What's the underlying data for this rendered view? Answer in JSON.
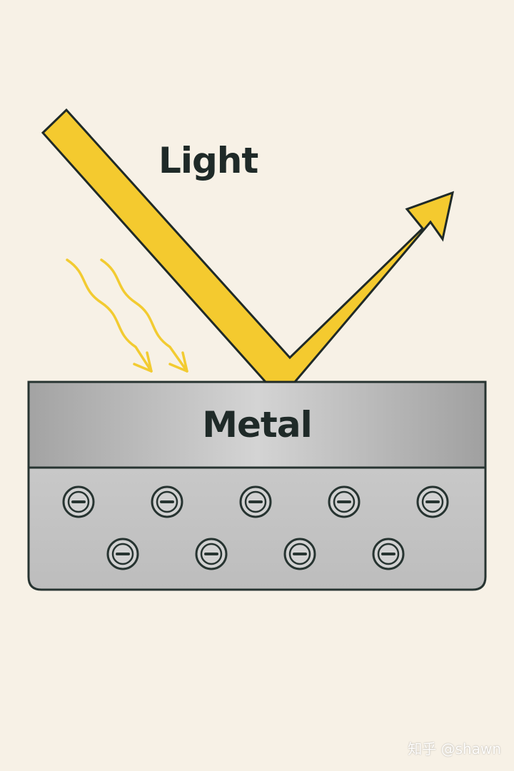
{
  "labels": {
    "light": "Light",
    "metal": "Metal"
  },
  "watermark": "知乎 @shawn",
  "colors": {
    "background": "#f7f1e6",
    "beam_fill": "#f4ca2f",
    "beam_outline": "#1f2a28",
    "wave_color": "#f2cb31",
    "metal_top": "#a9a9a9",
    "metal_mid": "#d0d0d0",
    "metal_body": "#c4c4c4",
    "electron_fill": "#d2d2d2",
    "outline": "#273431"
  },
  "electrons": {
    "symbol": "minus-sign",
    "row1_count": 5,
    "row2_count": 4
  }
}
